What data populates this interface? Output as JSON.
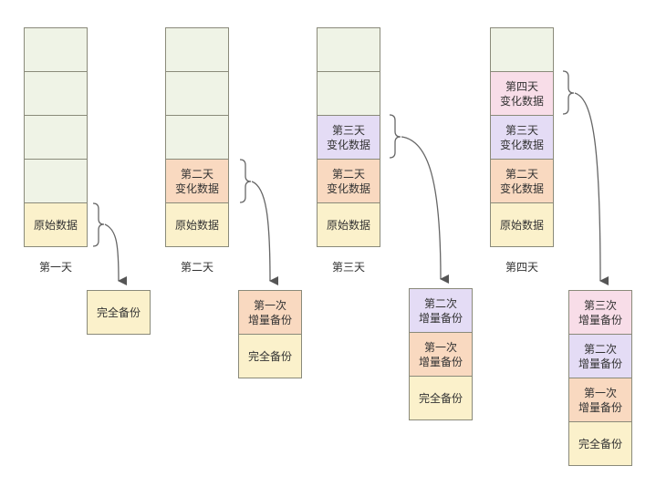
{
  "days": [
    {
      "label": "第一天",
      "cells": [
        {
          "text": "",
          "type": "empty"
        },
        {
          "text": "",
          "type": "empty"
        },
        {
          "text": "",
          "type": "empty"
        },
        {
          "text": "",
          "type": "empty"
        },
        {
          "text": "原始数据",
          "type": "orig"
        }
      ]
    },
    {
      "label": "第二天",
      "cells": [
        {
          "text": "",
          "type": "empty"
        },
        {
          "text": "",
          "type": "empty"
        },
        {
          "text": "",
          "type": "empty"
        },
        {
          "text": "第二天\n变化数据",
          "type": "ch2"
        },
        {
          "text": "原始数据",
          "type": "orig"
        }
      ]
    },
    {
      "label": "第三天",
      "cells": [
        {
          "text": "",
          "type": "empty"
        },
        {
          "text": "",
          "type": "empty"
        },
        {
          "text": "第三天\n变化数据",
          "type": "ch3"
        },
        {
          "text": "第二天\n变化数据",
          "type": "ch2"
        },
        {
          "text": "原始数据",
          "type": "orig"
        }
      ]
    },
    {
      "label": "第四天",
      "cells": [
        {
          "text": "",
          "type": "empty"
        },
        {
          "text": "第四天\n变化数据",
          "type": "ch4"
        },
        {
          "text": "第三天\n变化数据",
          "type": "ch3"
        },
        {
          "text": "第二天\n变化数据",
          "type": "ch2"
        },
        {
          "text": "原始数据",
          "type": "orig"
        }
      ]
    }
  ],
  "backups": [
    {
      "cells": [
        {
          "text": "完全备份",
          "type": "full"
        }
      ]
    },
    {
      "cells": [
        {
          "text": "第一次\n增量备份",
          "type": "ch2"
        },
        {
          "text": "完全备份",
          "type": "full"
        }
      ]
    },
    {
      "cells": [
        {
          "text": "第二次\n增量备份",
          "type": "ch3"
        },
        {
          "text": "第一次\n增量备份",
          "type": "ch2"
        },
        {
          "text": "完全备份",
          "type": "full"
        }
      ]
    },
    {
      "cells": [
        {
          "text": "第三次\n增量备份",
          "type": "ch4"
        },
        {
          "text": "第二次\n增量备份",
          "type": "ch3"
        },
        {
          "text": "第一次\n增量备份",
          "type": "ch2"
        },
        {
          "text": "完全备份",
          "type": "full"
        }
      ]
    }
  ],
  "colors": {
    "line": "#666666",
    "arrow": "#555555"
  }
}
